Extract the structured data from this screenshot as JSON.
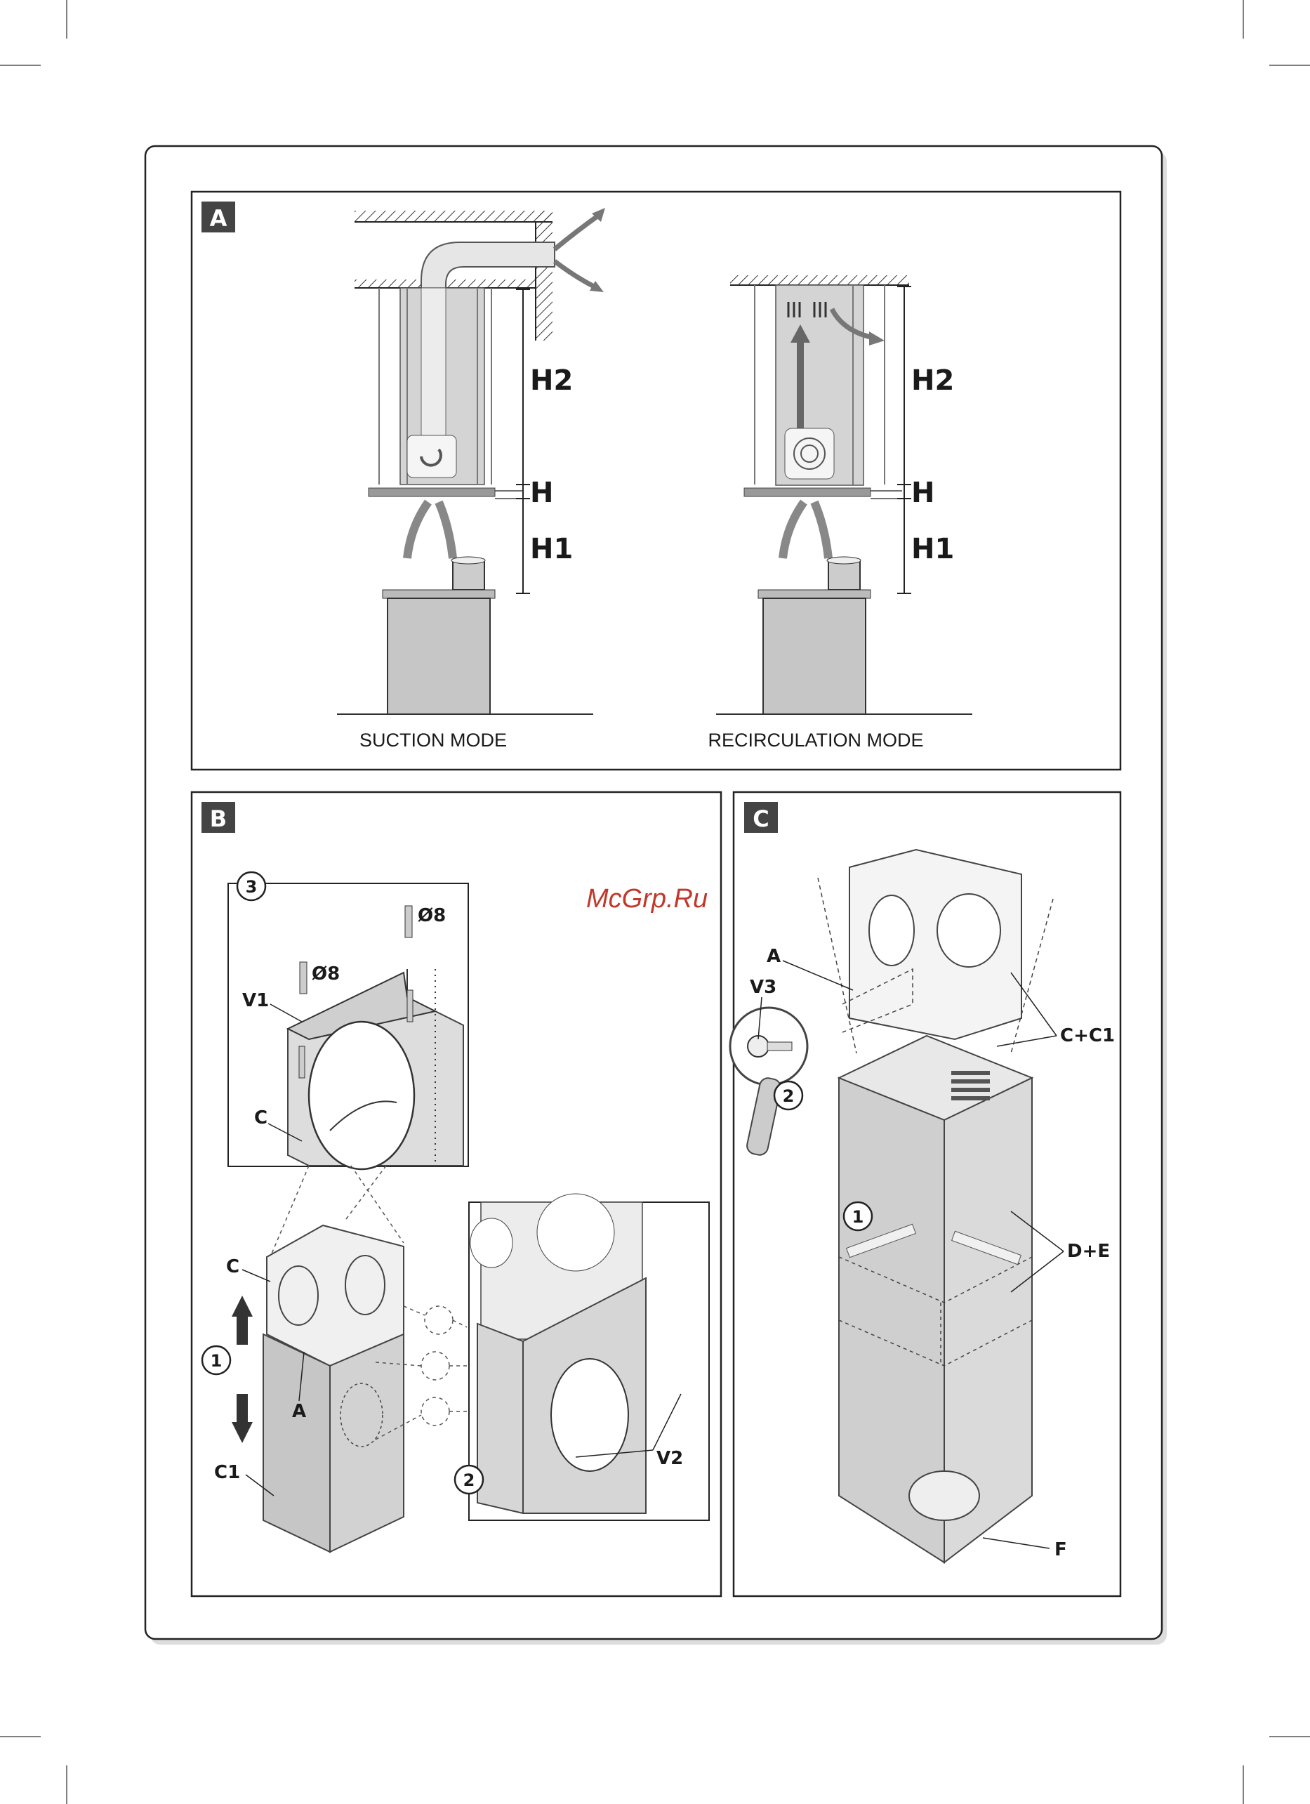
{
  "panels": {
    "a": {
      "badge": "A",
      "caption_left": "SUCTION MODE",
      "caption_right": "RECIRCULATION MODE",
      "h2": "H2",
      "h": "H",
      "h1": "H1"
    },
    "b": {
      "badge": "B",
      "step1": "1",
      "step2": "2",
      "step3": "3",
      "dia1": "Ø8",
      "dia2": "Ø8",
      "v1": "V1",
      "c_top": "C",
      "c_mid": "C",
      "a": "A",
      "c1": "C1",
      "v2": "V2"
    },
    "c": {
      "badge": "C",
      "a": "A",
      "v3": "V3",
      "cc1": "C+C1",
      "de": "D+E",
      "f": "F",
      "step1": "1",
      "step2": "2"
    }
  },
  "watermark": "McGrp.Ru"
}
